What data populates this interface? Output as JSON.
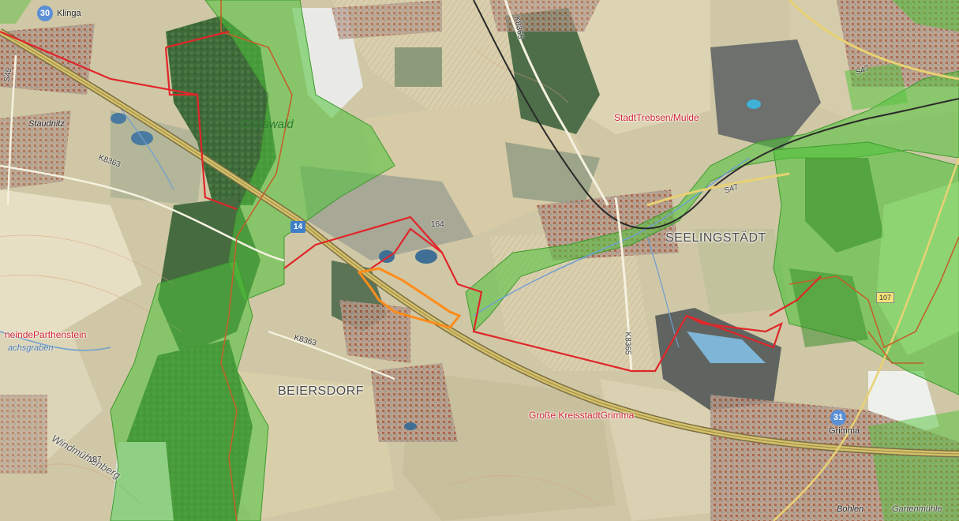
{
  "places": {
    "klinga": "Klinga",
    "staudnitz": "Staudnitz",
    "seelingstaedt": "SEELINGSTÄDT",
    "beiersdorf": "BEIERSDORF",
    "grimma": "Grimma",
    "bohlen": "Bohlen"
  },
  "admin_areas": {
    "trebsen": "StadtTrebsen/Mulde",
    "grimma": "Große KreisstadtGrimma",
    "parthenstein": "neindeParthenstein"
  },
  "features": {
    "forest": "Cürtswald",
    "stream": "achsgraben",
    "hill_name": "Windmühlenberg",
    "spot_height": "164",
    "spot_height_2": "187",
    "mill": "Gartenmühle"
  },
  "roads": {
    "k8363a": "K8363",
    "k8363b": "K8363",
    "k8365a": "K8365",
    "k8365b": "K8365",
    "s45": "S45",
    "s47a": "S47",
    "s47b": "S47",
    "road107": "107"
  },
  "junctions": {
    "j30": "30",
    "j31": "31",
    "motorway": "14"
  },
  "colors": {
    "boundary": "#e0262a",
    "project_area": "#ff8c1a",
    "protected_green": "#4fc23a",
    "admin_line": "#c0622a",
    "motorway": "#c9b45a"
  }
}
